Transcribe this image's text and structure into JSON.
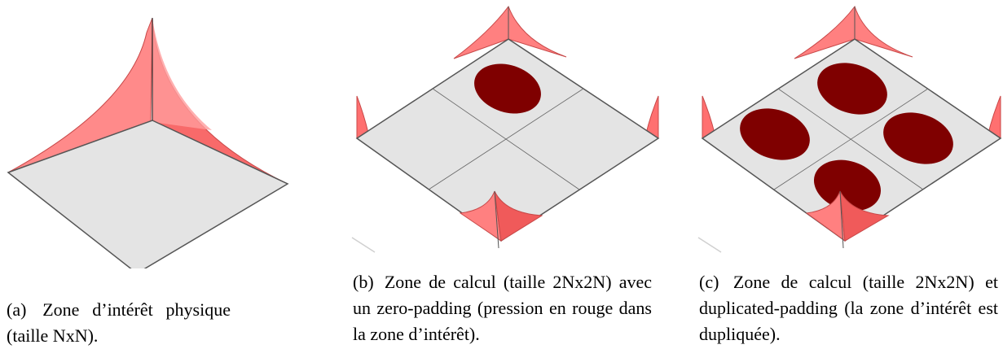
{
  "panels": [
    {
      "label": "(a)",
      "caption": "Zone d’intérêt physique (taille NxN)."
    },
    {
      "label": "(b)",
      "caption": "Zone de calcul (taille 2Nx2N) avec un zero-padding (pression en rouge dans la zone d’intérêt)."
    },
    {
      "label": "(c)",
      "caption": "Zone de calcul (taille 2Nx2N) et duplicated-padding (la zone d’intérêt est dupliquée)."
    }
  ],
  "colors": {
    "plate": "#e4e4e4",
    "plate_edge": "#555555",
    "pressure_fill": "#ff8080",
    "pressure_edge": "#d04a4a",
    "pressure_dark": "#f05a5a",
    "ellipse": "#7f0000"
  }
}
